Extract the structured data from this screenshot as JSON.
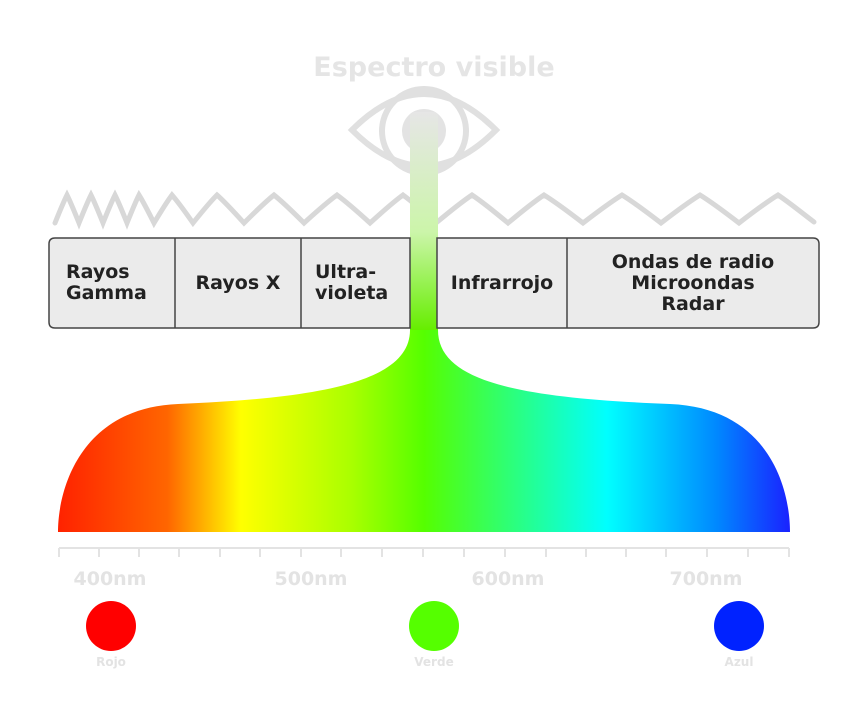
{
  "title": "Espectro visible",
  "bands": [
    {
      "lines": [
        "Rayos",
        "Gamma"
      ]
    },
    {
      "lines": [
        "Rayos X"
      ]
    },
    {
      "lines": [
        "Ultra-",
        "violeta"
      ]
    },
    {
      "lines": [
        "Infrarrojo"
      ]
    },
    {
      "lines": [
        "Ondas de radio",
        "Microondas",
        "Radar"
      ]
    }
  ],
  "scale_labels": [
    "400nm",
    "500nm",
    "600nm",
    "700nm"
  ],
  "colors": [
    {
      "label": "Rojo",
      "hex": "#ff0000"
    },
    {
      "label": "Verde",
      "hex": "#55ff00"
    },
    {
      "label": "Azul",
      "hex": "#0022ff"
    }
  ],
  "palette": {
    "box_fill": "#ebebeb",
    "box_border": "#444444",
    "light_gray": "#e3e3e3",
    "wave_gray": "#d8d8d8",
    "spectrum_stops": [
      "#ff2200",
      "#ff6600",
      "#ffff00",
      "#aaff00",
      "#55ff00",
      "#22ff99",
      "#00ffff",
      "#0088ff",
      "#1a22ff"
    ]
  }
}
